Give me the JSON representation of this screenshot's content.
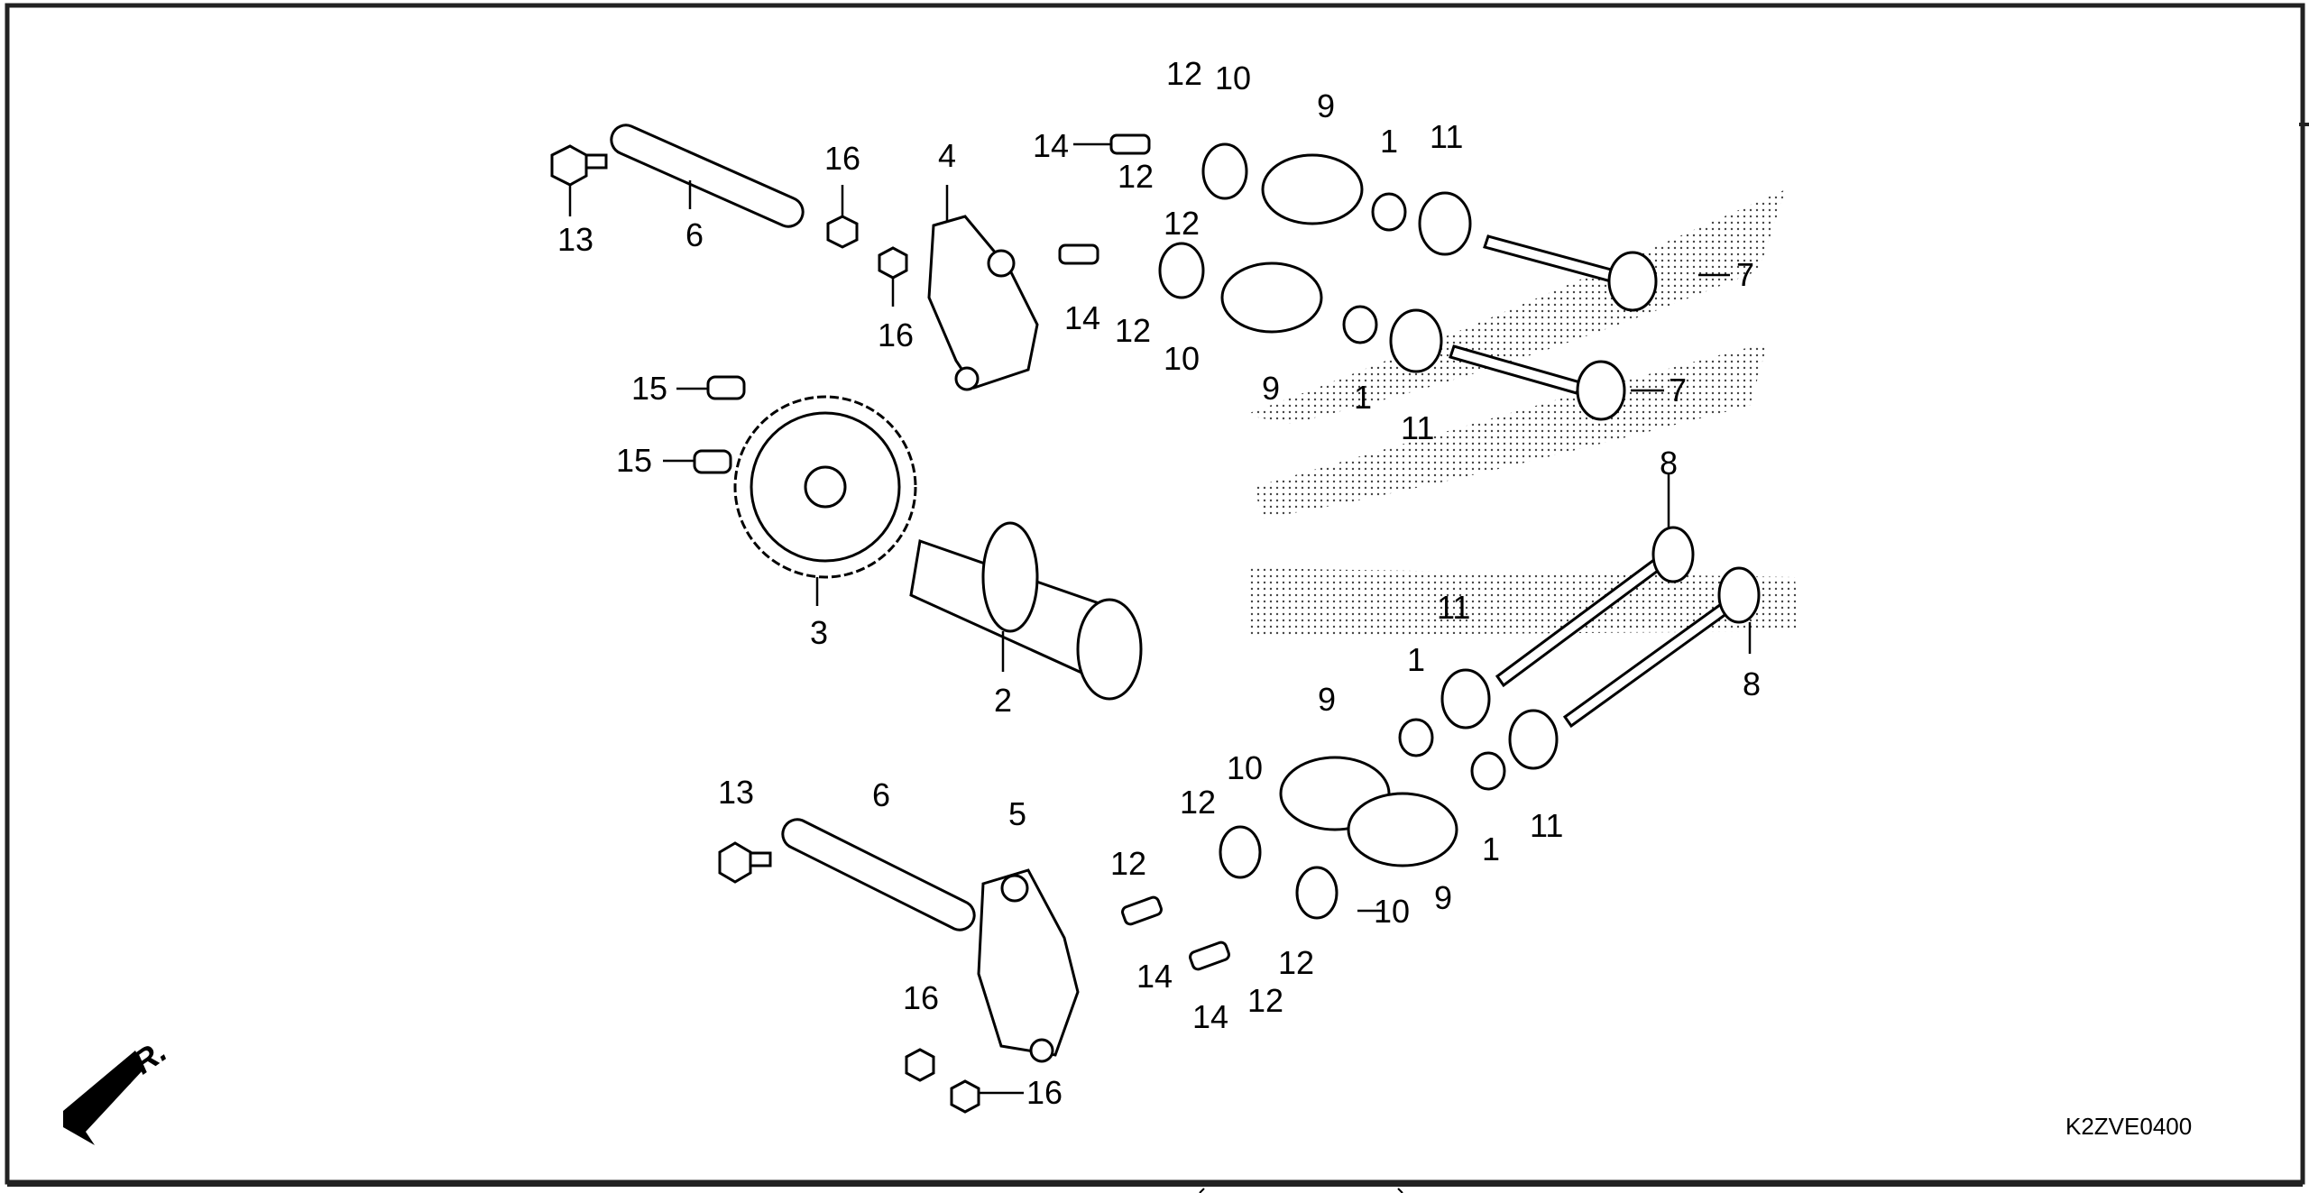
{
  "diagram": {
    "code": "K2ZVE0400",
    "front_marker": "FR.",
    "callouts": [
      {
        "id": "c1",
        "text": "13"
      },
      {
        "id": "c2",
        "text": "6"
      },
      {
        "id": "c3",
        "text": "16"
      },
      {
        "id": "c4",
        "text": "16"
      },
      {
        "id": "c5",
        "text": "4"
      },
      {
        "id": "c6",
        "text": "14"
      },
      {
        "id": "c7",
        "text": "12"
      },
      {
        "id": "c8",
        "text": "10"
      },
      {
        "id": "c9",
        "text": "9"
      },
      {
        "id": "c10",
        "text": "1"
      },
      {
        "id": "c11",
        "text": "11"
      },
      {
        "id": "c12",
        "text": "12"
      },
      {
        "id": "c13",
        "text": "12"
      },
      {
        "id": "c14",
        "text": "14"
      },
      {
        "id": "c15",
        "text": "12"
      },
      {
        "id": "c16",
        "text": "10"
      },
      {
        "id": "c17",
        "text": "9"
      },
      {
        "id": "c18",
        "text": "1"
      },
      {
        "id": "c19",
        "text": "11"
      },
      {
        "id": "c20",
        "text": "7"
      },
      {
        "id": "c21",
        "text": "7"
      },
      {
        "id": "c22",
        "text": "15"
      },
      {
        "id": "c23",
        "text": "15"
      },
      {
        "id": "c24",
        "text": "3"
      },
      {
        "id": "c25",
        "text": "2"
      },
      {
        "id": "c26",
        "text": "8"
      },
      {
        "id": "c27",
        "text": "8"
      },
      {
        "id": "c28",
        "text": "11"
      },
      {
        "id": "c29",
        "text": "1"
      },
      {
        "id": "c30",
        "text": "9"
      },
      {
        "id": "c31",
        "text": "10"
      },
      {
        "id": "c32",
        "text": "1"
      },
      {
        "id": "c33",
        "text": "11"
      },
      {
        "id": "c34",
        "text": "13"
      },
      {
        "id": "c35",
        "text": "6"
      },
      {
        "id": "c36",
        "text": "5"
      },
      {
        "id": "c37",
        "text": "12"
      },
      {
        "id": "c38",
        "text": "12"
      },
      {
        "id": "c39",
        "text": "10"
      },
      {
        "id": "c40",
        "text": "9"
      },
      {
        "id": "c41",
        "text": "12"
      },
      {
        "id": "c42",
        "text": "12"
      },
      {
        "id": "c43",
        "text": "14"
      },
      {
        "id": "c44",
        "text": "14"
      },
      {
        "id": "c45",
        "text": "16"
      },
      {
        "id": "c46",
        "text": "16"
      }
    ]
  }
}
